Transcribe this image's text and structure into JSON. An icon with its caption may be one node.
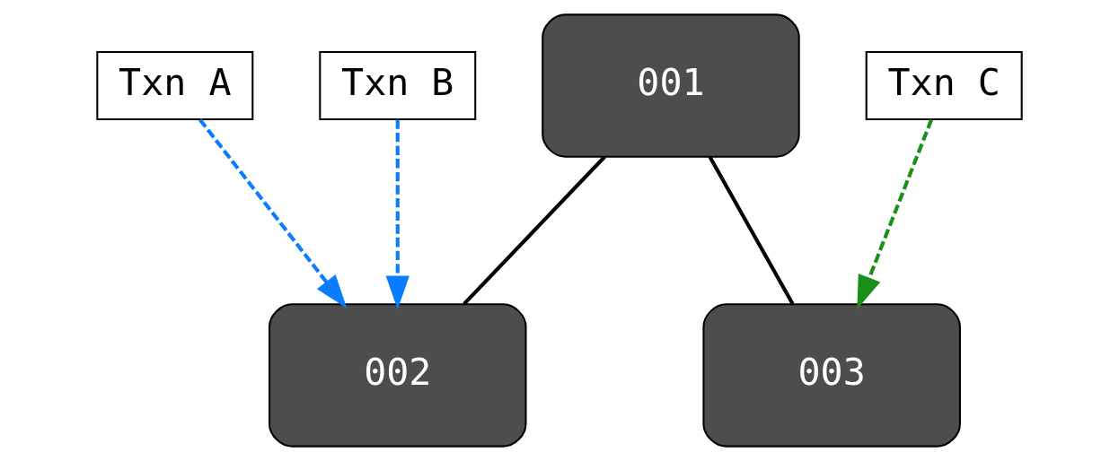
{
  "diagram": {
    "nodes": [
      {
        "text": [
          "Txn A"
        ]
      },
      {
        "text": [
          "Txn B"
        ]
      },
      {
        "text": [
          "001"
        ]
      },
      {
        "text": [
          "002"
        ]
      },
      {
        "text": [
          "003"
        ]
      },
      {
        "text": [
          "Txn C"
        ]
      }
    ],
    "edges": [
      {
        "from": 0,
        "to": 3,
        "arrow": "to",
        "style": "dashed",
        "color": "#0a7cff"
      },
      {
        "from": 1,
        "to": 3,
        "arrow": "to",
        "style": "dashed",
        "color": "#0a7cff"
      },
      {
        "from": 2,
        "to": 3,
        "arrow": "none",
        "color": "#000000"
      },
      {
        "from": 2,
        "to": 4,
        "arrow": "none",
        "color": "#000000"
      },
      {
        "from": 5,
        "to": 4,
        "arrow": "to",
        "style": "dashed",
        "color": "#1a8f1a"
      }
    ]
  }
}
